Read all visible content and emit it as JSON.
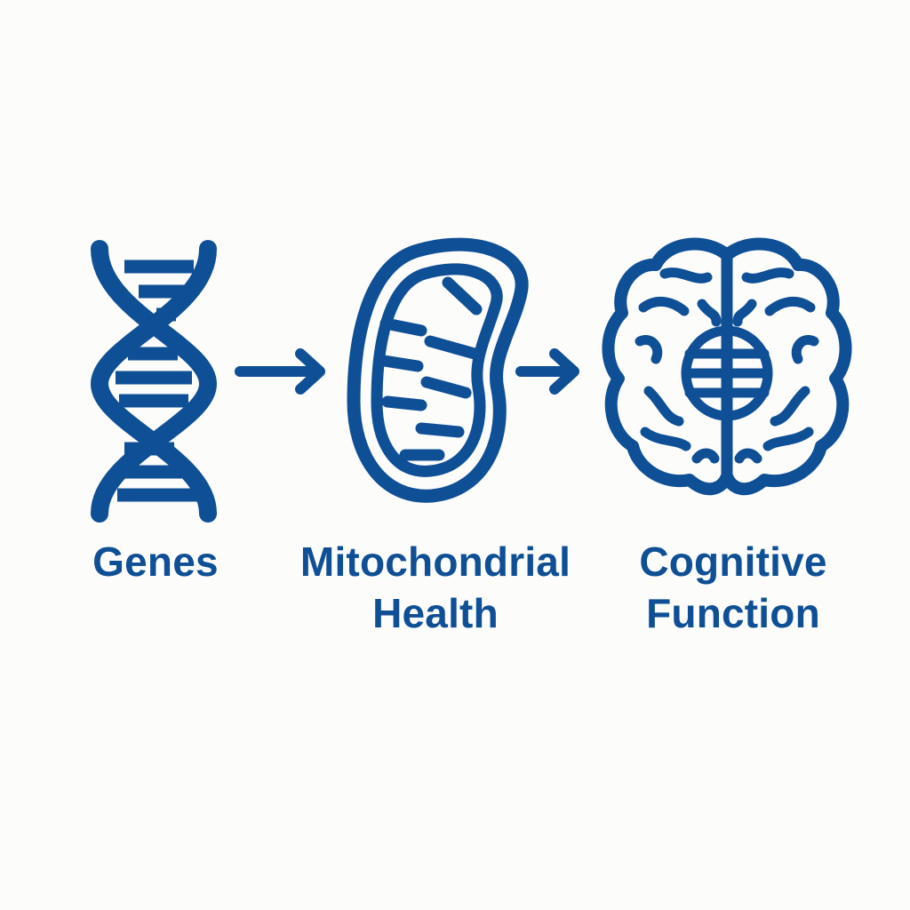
{
  "colors": {
    "stroke": "#0f4f95",
    "background": "#fcfcfb"
  },
  "nodes": [
    {
      "id": "genes",
      "icon": "dna-icon",
      "lines": [
        "Genes"
      ]
    },
    {
      "id": "mitochondrial-health",
      "icon": "mitochondrion-icon",
      "lines": [
        "Mitochondrial",
        "Health"
      ]
    },
    {
      "id": "cognitive-function",
      "icon": "brain-icon",
      "lines": [
        "Cognitive",
        "Function"
      ]
    }
  ],
  "edges": [
    {
      "from": "genes",
      "to": "mitochondrial-health",
      "icon": "arrow-right-icon"
    },
    {
      "from": "mitochondrial-health",
      "to": "cognitive-function",
      "icon": "arrow-right-icon"
    }
  ]
}
